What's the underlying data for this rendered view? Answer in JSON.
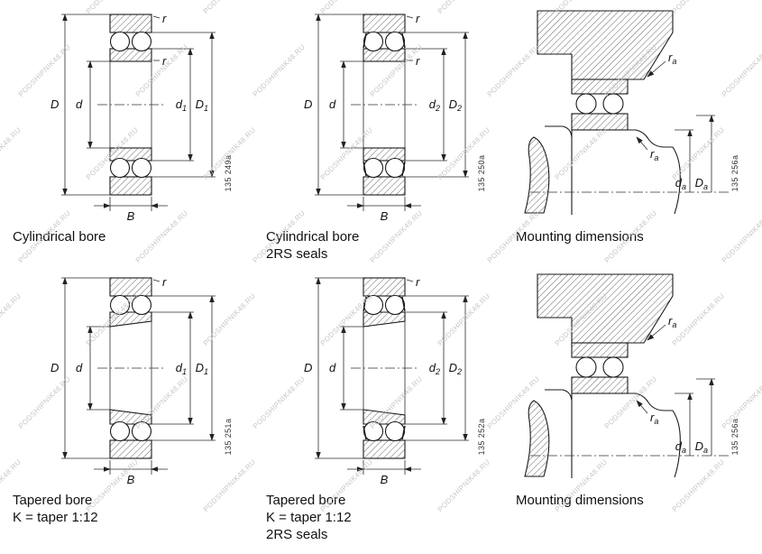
{
  "watermark": {
    "text": "PODSHIPNIK48.RU"
  },
  "panels": [
    {
      "caption": [
        "Cylindrical bore"
      ],
      "figure": "135 249a",
      "labels": {
        "D": "D",
        "d": "d",
        "d1": {
          "base": "d",
          "sub": "1"
        },
        "D1": {
          "base": "D",
          "sub": "1"
        },
        "r_top": "r",
        "r_bottom": "r",
        "B": "B"
      }
    },
    {
      "caption": [
        "Cylindrical bore",
        "2RS seals"
      ],
      "figure": "135 250a",
      "labels": {
        "D": "D",
        "d": "d",
        "d1": {
          "base": "d",
          "sub": "2"
        },
        "D1": {
          "base": "D",
          "sub": "2"
        },
        "r_top": "r",
        "r_bottom": "r",
        "B": "B"
      }
    },
    {
      "caption": [
        "Mounting dimensions"
      ],
      "figure": "135 256a",
      "labels": {
        "ra_top": {
          "base": "r",
          "sub": "a"
        },
        "ra_bottom": {
          "base": "r",
          "sub": "a"
        },
        "da": {
          "base": "d",
          "sub": "a"
        },
        "Da": {
          "base": "D",
          "sub": "a"
        }
      }
    },
    {
      "caption": [
        "Tapered bore",
        "K = taper 1:12"
      ],
      "figure": "135 251a",
      "labels": {
        "D": "D",
        "d": "d",
        "d1": {
          "base": "d",
          "sub": "1"
        },
        "D1": {
          "base": "D",
          "sub": "1"
        },
        "r_top": "r",
        "B": "B"
      }
    },
    {
      "caption": [
        "Tapered bore",
        "K = taper 1:12",
        "2RS seals"
      ],
      "figure": "135 252a",
      "labels": {
        "D": "D",
        "d": "d",
        "d1": {
          "base": "d",
          "sub": "2"
        },
        "D1": {
          "base": "D",
          "sub": "2"
        },
        "r_top": "r",
        "B": "B"
      }
    },
    {
      "caption": [
        "Mounting dimensions"
      ],
      "figure": "135 256a",
      "labels": {
        "ra_top": {
          "base": "r",
          "sub": "a"
        },
        "ra_bottom": {
          "base": "r",
          "sub": "a"
        },
        "da": {
          "base": "d",
          "sub": "a"
        },
        "Da": {
          "base": "D",
          "sub": "a"
        }
      }
    }
  ]
}
